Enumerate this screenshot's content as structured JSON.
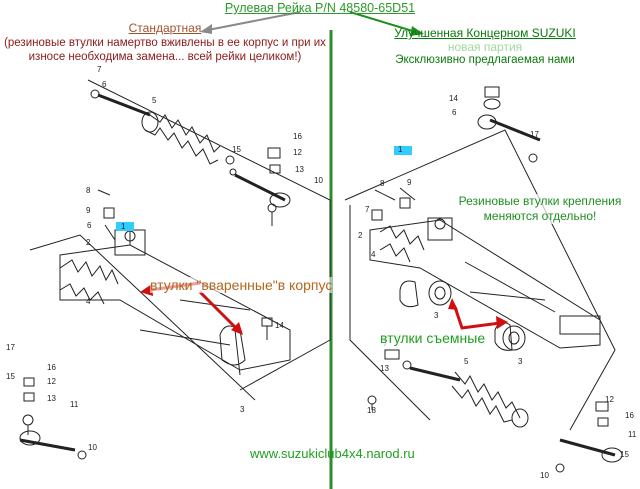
{
  "title": "Рулевая Рейка  P/N  48580-65D51",
  "standard": {
    "heading": "Стандартная",
    "note": "(резиновые втулки намертво вживлены в ее корпус и при их износе необходима замена... всей рейки целиком!)",
    "bushing_label": "втулки \"вваренные\"в корпус"
  },
  "improved": {
    "heading": "Улучшенная Концерном SUZUKI",
    "subheading": "новая партия",
    "note": "Эксклюзивно предлагаемая нами",
    "bushing_note": "Резиновые втулки крепления меняются отдельно!",
    "bushing_label": "втулки съемные"
  },
  "website": "www.suzukiclub4x4.narod.ru",
  "part_numbers_left": [
    "7",
    "6",
    "5",
    "16",
    "12",
    "15",
    "13",
    "10",
    "8",
    "9",
    "6",
    "1",
    "2",
    "4",
    "14",
    "3",
    "17",
    "16",
    "12",
    "15",
    "13",
    "11",
    "10"
  ],
  "part_numbers_right": [
    "14",
    "6",
    "17",
    "1",
    "8",
    "9",
    "7",
    "2",
    "4",
    "3",
    "3",
    "5",
    "7",
    "13",
    "12",
    "16",
    "11",
    "15",
    "18",
    "10"
  ],
  "colors": {
    "title": "#2a9a2a",
    "standard_heading": "#a0522d",
    "standard_note": "#8b1a1a",
    "improved_heading": "#0a7a0a",
    "divider": "#2e8b2e",
    "arrow_green": "#1f8f1f",
    "arrow_red": "#d01010",
    "callout_box": "#33ccff"
  }
}
